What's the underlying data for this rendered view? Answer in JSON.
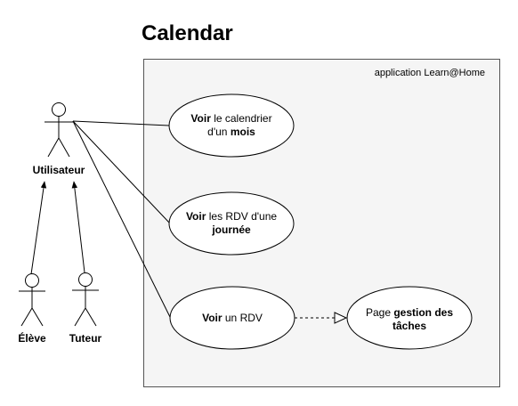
{
  "title": "Calendar",
  "system": {
    "label": "application Learn@Home"
  },
  "actors": {
    "main": "Utilisateur",
    "student": "Élève",
    "tutor": "Tuteur"
  },
  "use_cases": {
    "month": {
      "line1_bold": "Voir",
      "line1_rest": " le calendrier",
      "line2_pre": "d'un ",
      "line2_bold": "mois"
    },
    "day": {
      "line1_bold": "Voir",
      "line1_rest": " les RDV d'une",
      "line2_bold": "journée"
    },
    "rdv": {
      "bold": "Voir",
      "rest": " un RDV"
    },
    "tasks": {
      "line1_pre": "Page ",
      "line1_bold": "gestion des",
      "line2_bold": "tâches"
    }
  }
}
